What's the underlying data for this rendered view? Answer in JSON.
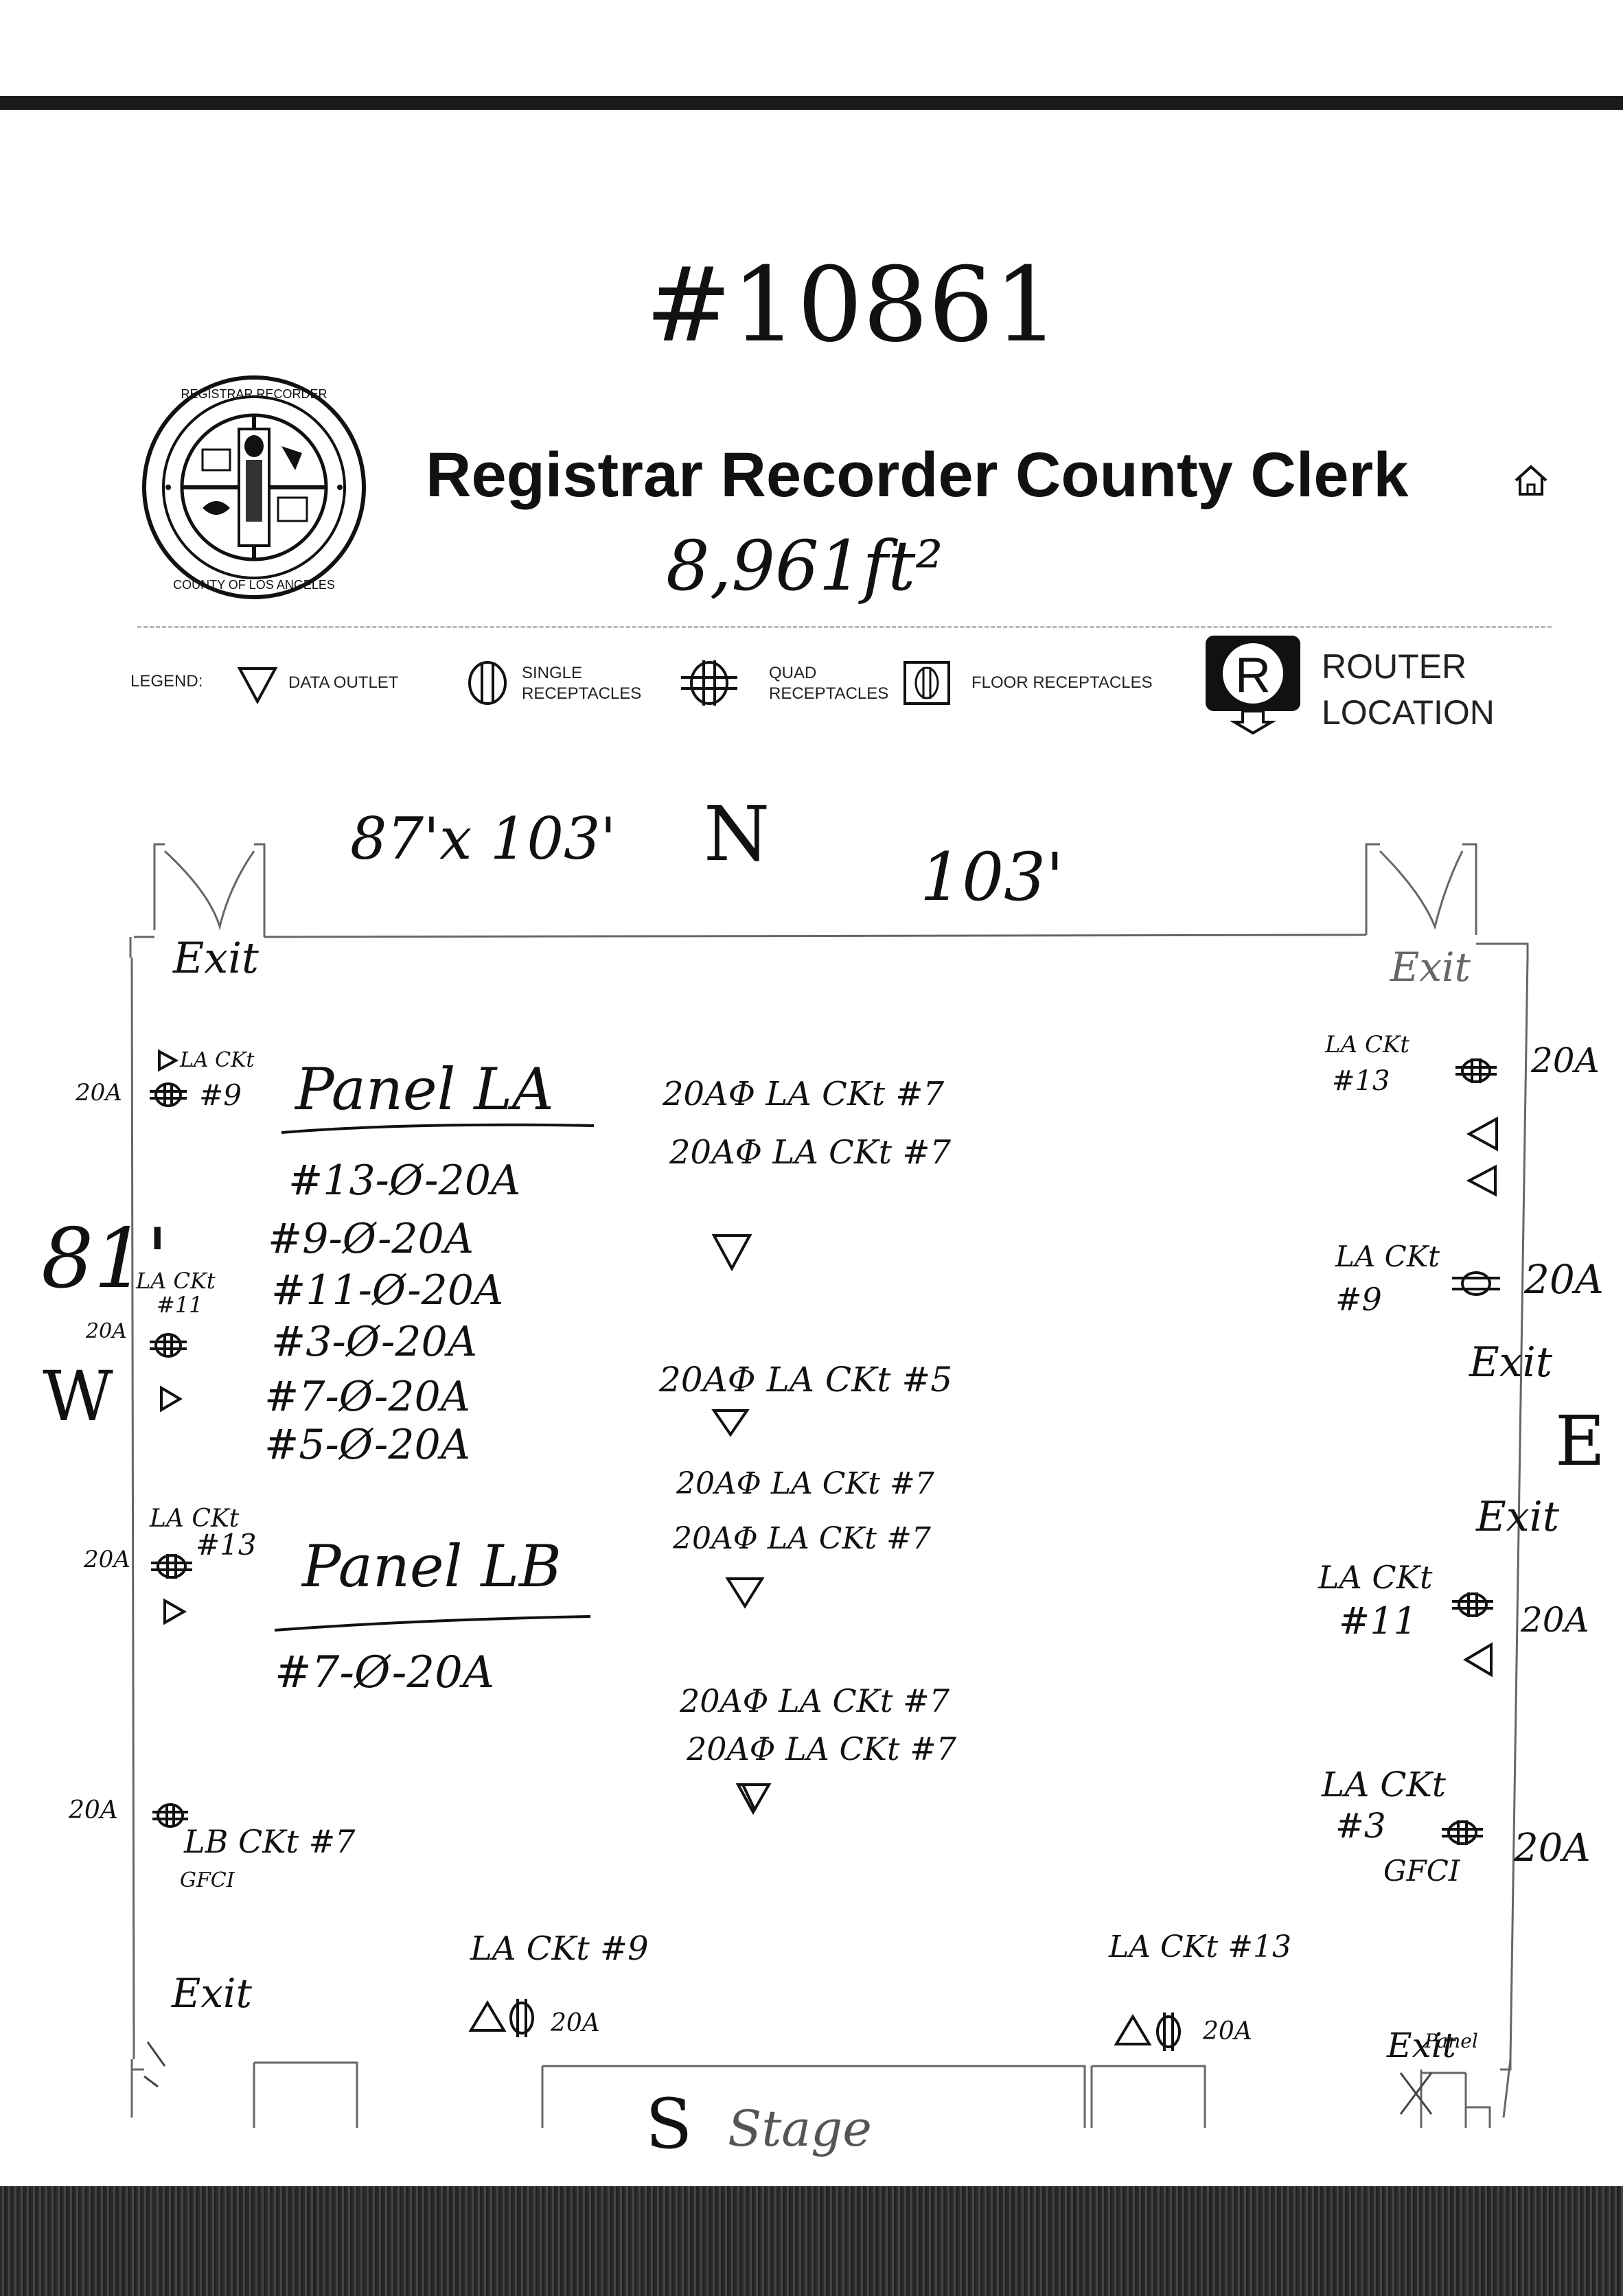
{
  "document": {
    "job_number": "#10861",
    "title": "Registrar Recorder County Clerk",
    "area": "8,961ft²",
    "dimensions_note": "87'x 103'"
  },
  "legend": {
    "heading": "LEGEND:",
    "data_outlet": "DATA OUTLET",
    "single_line1": "SINGLE",
    "single_line2": "RECEPTACLES",
    "quad_line1": "QUAD",
    "quad_line2": "RECEPTACLES",
    "floor": "FLOOR RECEPTACLES",
    "router_line1": "ROUTER",
    "router_line2": "LOCATION",
    "router_glyph": "R"
  },
  "compass": {
    "north": "N",
    "south": "S",
    "east": "E",
    "west": "W"
  },
  "dimensions": {
    "top": "103'",
    "left": "81'"
  },
  "stage": "Stage",
  "exits": {
    "label": "Exit",
    "panel": "Panel"
  },
  "panel_la": {
    "title": "Panel LA",
    "circuits": [
      "#13-Ø-20A",
      "#9-Ø-20A",
      "#11-Ø-20A",
      "#3-Ø-20A",
      "#7-Ø-20A",
      "#5-Ø-20A"
    ]
  },
  "panel_lb": {
    "title": "Panel LB",
    "circuits": [
      "#7-Ø-20A"
    ]
  },
  "west_wall": {
    "r1_amp": "20A",
    "r1_ckt": "LA CKt",
    "r1_num": "#9",
    "r2_amp": "20A",
    "r2_ckt": "LA CKt",
    "r2_num": "#11",
    "r3_amp": "20A",
    "r3_ckt": "LA CKt",
    "r3_num": "#13",
    "r4_amp": "20A",
    "r4_ckt": "LB CKt #7",
    "r4_note": "GFCI"
  },
  "east_wall": {
    "r1_ckt": "LA CKt",
    "r1_num": "#13",
    "r1_amp": "20A",
    "r2_ckt": "LA CKt",
    "r2_num": "#9",
    "r2_amp": "20A",
    "r3_ckt": "LA CKt",
    "r3_num": "#11",
    "r3_amp": "20A",
    "r4_ckt": "LA CKt",
    "r4_num": "#3",
    "r4_amp": "20A",
    "r4_note": "GFCI"
  },
  "center": {
    "g1a": "20AΦ LA CKt #7",
    "g1b": "20AΦ LA CKt #7",
    "g2": "20AΦ LA CKt #5",
    "g3a": "20AΦ LA CKt #7",
    "g3b": "20AΦ LA CKt #7",
    "g4a": "20AΦ LA CKt #7",
    "g4b": "20AΦ LA CKt #7"
  },
  "south_wall": {
    "left_ckt": "LA CKt #9",
    "left_amp": "20A",
    "right_ckt": "LA CKt #13",
    "right_amp": "20A"
  }
}
